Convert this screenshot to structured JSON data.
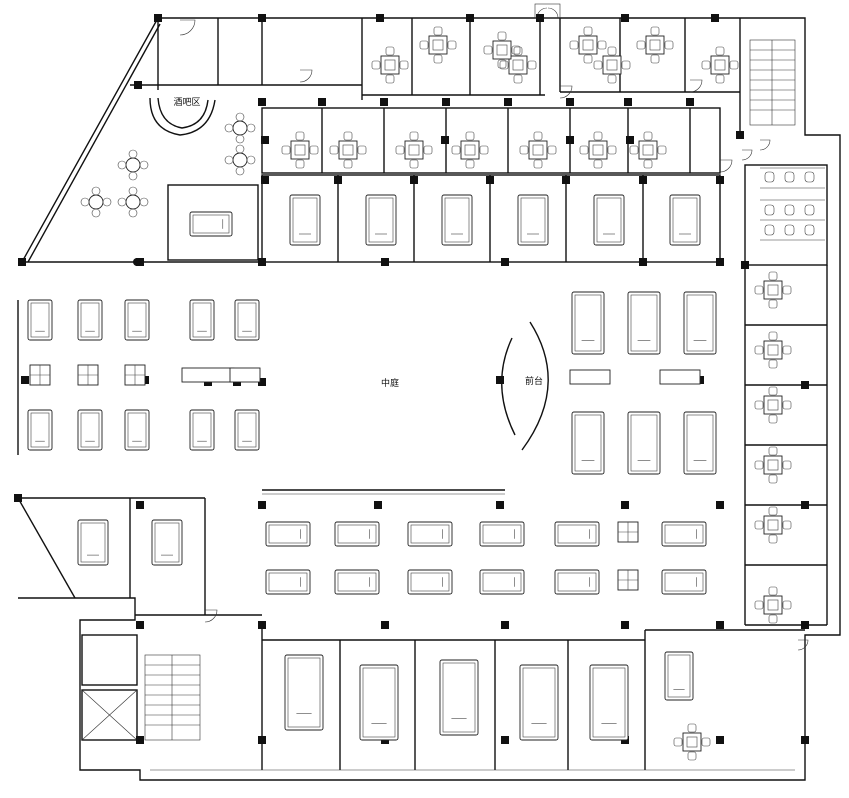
{
  "labels": {
    "bar": "酒吧区",
    "courtyard": "中庭",
    "reception": "前台"
  }
}
